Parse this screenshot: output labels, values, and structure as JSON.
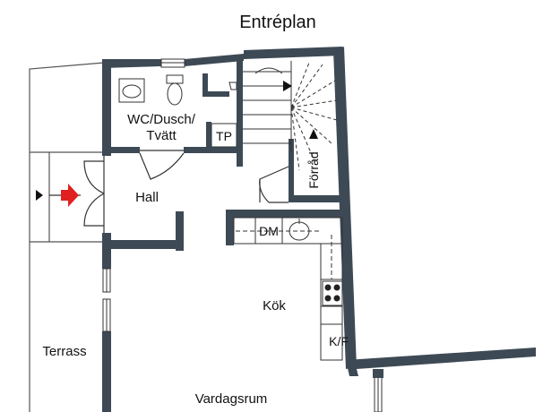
{
  "title": "Entréplan",
  "rooms": {
    "wc": [
      "WC/Dusch/",
      "Tvätt"
    ],
    "tp": "TP",
    "forrad": "Förråd",
    "hall": "Hall",
    "dm": "DM",
    "kok": "Kök",
    "kf": "K/F",
    "terrass": "Terrass",
    "vardagsrum": "Vardagsrum"
  },
  "colors": {
    "wall": "#3d4a55",
    "line": "#333333",
    "entry_arrow": "#e02020"
  },
  "icons": [
    "entry-arrow-icon",
    "stair-direction-arrow-icon",
    "sink-icon",
    "toilet-icon",
    "stove-icon"
  ]
}
